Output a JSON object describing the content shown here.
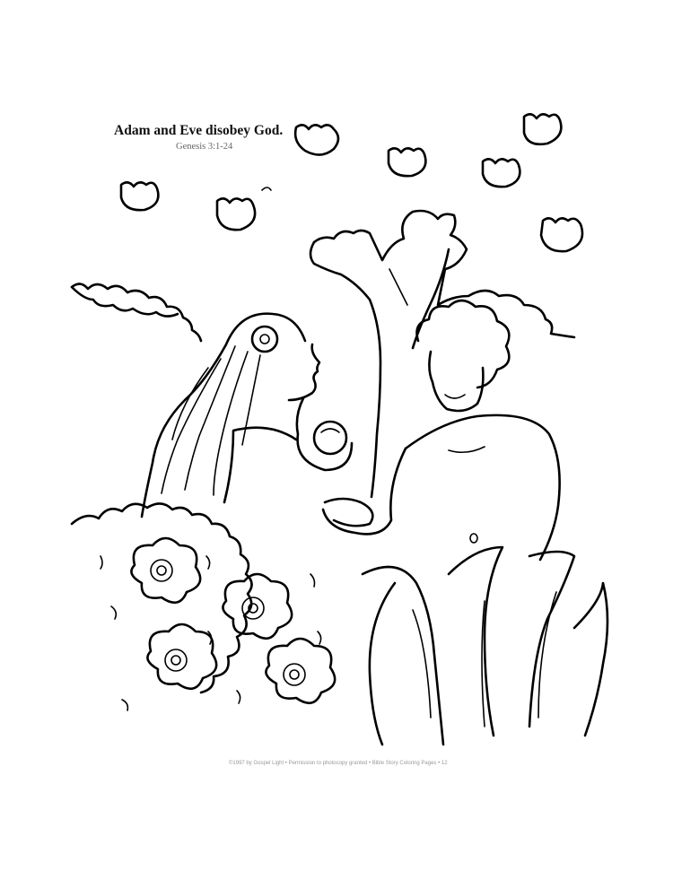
{
  "title": "Adam and Eve disobey God.",
  "subtitle": "Genesis 3:1-24",
  "footer": "©1997 by Gospel Light • Permission to photocopy granted • Bible Story Coloring Pages • 12"
}
